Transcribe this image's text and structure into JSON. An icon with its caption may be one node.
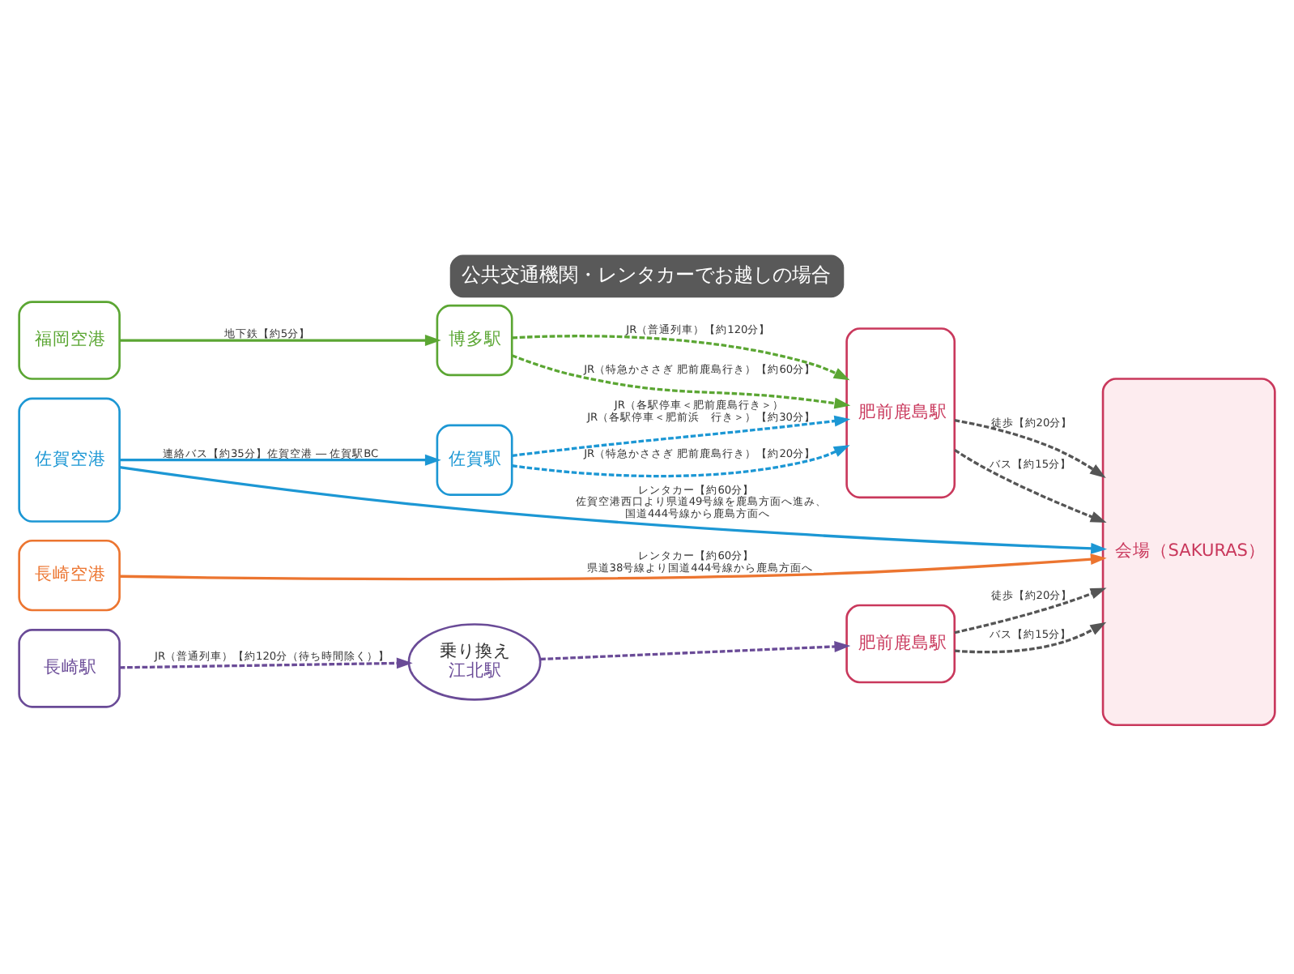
{
  "diagram": {
    "title": "公共交通機関・レンタカーでお越しの場合",
    "nodes": [
      {
        "text": [
          "福岡空港"
        ]
      },
      {
        "text": [
          "博多駅"
        ]
      },
      {
        "text": [
          "肥前鹿島駅"
        ]
      },
      {
        "text": [
          "会場（SAKURAS）"
        ]
      },
      {
        "text": [
          "佐賀空港"
        ]
      },
      {
        "text": [
          "佐賀駅"
        ]
      },
      {
        "text": [
          "長崎空港"
        ]
      },
      {
        "text": [
          "長崎駅"
        ]
      },
      {
        "text": [
          "乗り換え",
          "江北駅"
        ]
      },
      {
        "text": [
          "肥前鹿島駅"
        ]
      }
    ],
    "edges": [
      {
        "from": 0,
        "to": 1,
        "arrow": "to",
        "label": "地下鉄【約5分】",
        "color": "#5ba633"
      },
      {
        "from": 1,
        "to": 2,
        "arrow": "to",
        "label": "JR（特急かささぎ 肥前鹿島行き）【約60分】",
        "style": "dashed",
        "color": "#5ba633"
      },
      {
        "from": 1,
        "to": 2,
        "arrow": "to",
        "label": "JR（普通列車）【約120分】",
        "style": "dashed",
        "color": "#5ba633"
      },
      {
        "from": 2,
        "to": 3,
        "arrow": "to",
        "label": "徒歩【約20分】",
        "style": "dashed",
        "color": "#555555"
      },
      {
        "from": 4,
        "to": 5,
        "arrow": "to",
        "label": "連絡バス【約35分】佐賀空港 ― 佐賀駅BC",
        "color": "#1c97d4"
      },
      {
        "from": 5,
        "to": 2,
        "arrow": "to",
        "label": "JR（特急かささぎ 肥前鹿島行き）【約20分】",
        "style": "dashed",
        "color": "#1c97d4"
      },
      {
        "from": 2,
        "to": 3,
        "arrow": "to",
        "label": "バス【約15分】",
        "style": "dashed",
        "color": "#555555"
      },
      {
        "from": 5,
        "to": 2,
        "arrow": "to",
        "label": "JR（各駅停車＜肥前鹿島行き＞）JR（各駅停車＜肥前浜　行き＞）【約30分】",
        "style": "dashed",
        "color": "#1c97d4"
      },
      {
        "from": 4,
        "to": 3,
        "arrow": "to",
        "label": "レンタカー【約60分】佐賀空港西口より県道49号線を鹿島方面へ進み、国道444号線から鹿島方面へ",
        "color": "#1c97d4"
      },
      {
        "from": 6,
        "to": 3,
        "arrow": "to",
        "label": "レンタカー【約60分】県道38号線より国道444号線から鹿島方面へ",
        "color": "#ec7530"
      },
      {
        "from": 9,
        "to": 3,
        "arrow": "to",
        "label": "徒歩【約20分】",
        "style": "dashed",
        "color": "#555555"
      },
      {
        "from": 7,
        "to": 8,
        "arrow": "to",
        "label": "JR（普通列車）【約120分（待ち時間除く）】",
        "style": "dashed",
        "color": "#6a4b97"
      },
      {
        "from": 8,
        "to": 9,
        "arrow": "to",
        "style": "dashed",
        "color": "#6a4b97"
      },
      {
        "from": 9,
        "to": 3,
        "arrow": "to",
        "label": "バス【約15分】",
        "style": "dashed",
        "color": "#555555"
      }
    ]
  }
}
